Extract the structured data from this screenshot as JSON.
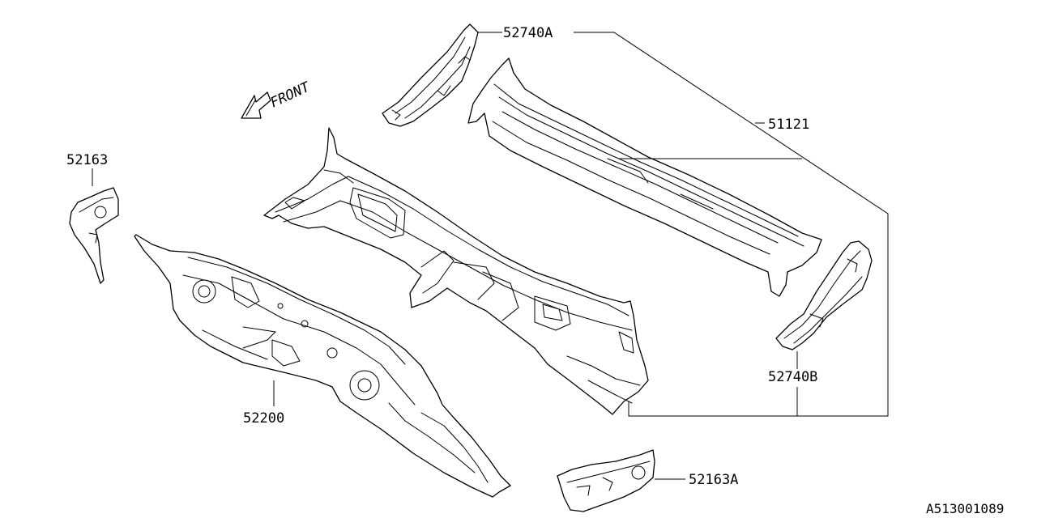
{
  "labels": {
    "p52740A": "52740A",
    "p51121": "51121",
    "p52163": "52163",
    "p52200": "52200",
    "p52740B": "52740B",
    "p52163A": "52163A"
  },
  "front_indicator": "FRONT",
  "diagram_id": "A513001089"
}
